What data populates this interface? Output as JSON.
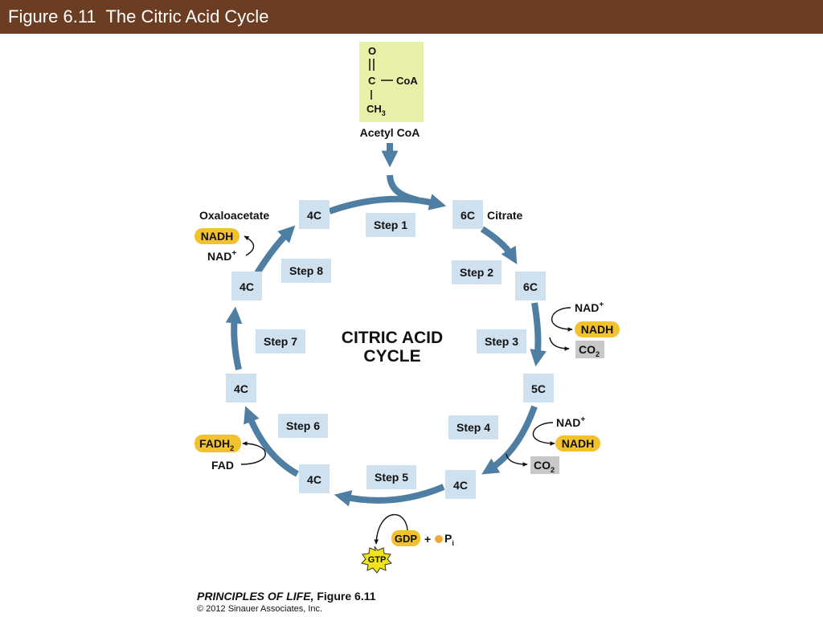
{
  "header": {
    "title": "Figure 6.11  The Citric Acid Cycle"
  },
  "colors": {
    "header_bg": "#6b3d22",
    "arrow": "#4f7ea3",
    "box": "#cfe0ee",
    "acetyl_box": "#e8f0a8",
    "highlight": "#f2c12e",
    "co2_box": "#c8c8c8"
  },
  "acetyl": {
    "o": "O",
    "c": "C",
    "coa": "CoA",
    "ch": "CH",
    "sub3": "3",
    "label": "Acetyl CoA"
  },
  "center": {
    "line1": "CITRIC ACID",
    "line2": "CYCLE"
  },
  "nodes": [
    {
      "id": "oxaloacetate",
      "label": "4C",
      "name": "Oxaloacetate"
    },
    {
      "id": "citrate",
      "label": "6C",
      "name": "Citrate"
    },
    {
      "id": "isocitrate",
      "label": "6C"
    },
    {
      "id": "alpha-ketoglutarate",
      "label": "5C"
    },
    {
      "id": "succinyl-coa",
      "label": "4C"
    },
    {
      "id": "succinate",
      "label": "4C"
    },
    {
      "id": "fumarate",
      "label": "4C"
    },
    {
      "id": "malate",
      "label": "4C"
    }
  ],
  "steps": [
    "Step 1",
    "Step 2",
    "Step 3",
    "Step 4",
    "Step 5",
    "Step 6",
    "Step 7",
    "Step 8"
  ],
  "side": {
    "nad": "NAD",
    "plus": "+",
    "nadh": "NADH",
    "co": "CO",
    "sub2": "2",
    "fadh": "FADH",
    "fad": "FAD",
    "gdp": "GDP",
    "gdp_plus": "+",
    "p": "P",
    "sub_i": "i",
    "gtp": "GTP"
  },
  "credit": {
    "book": "PRINCIPLES OF LIFE,",
    "figure": " Figure 6.11",
    "copyright": "© 2012 Sinauer Associates, Inc."
  }
}
